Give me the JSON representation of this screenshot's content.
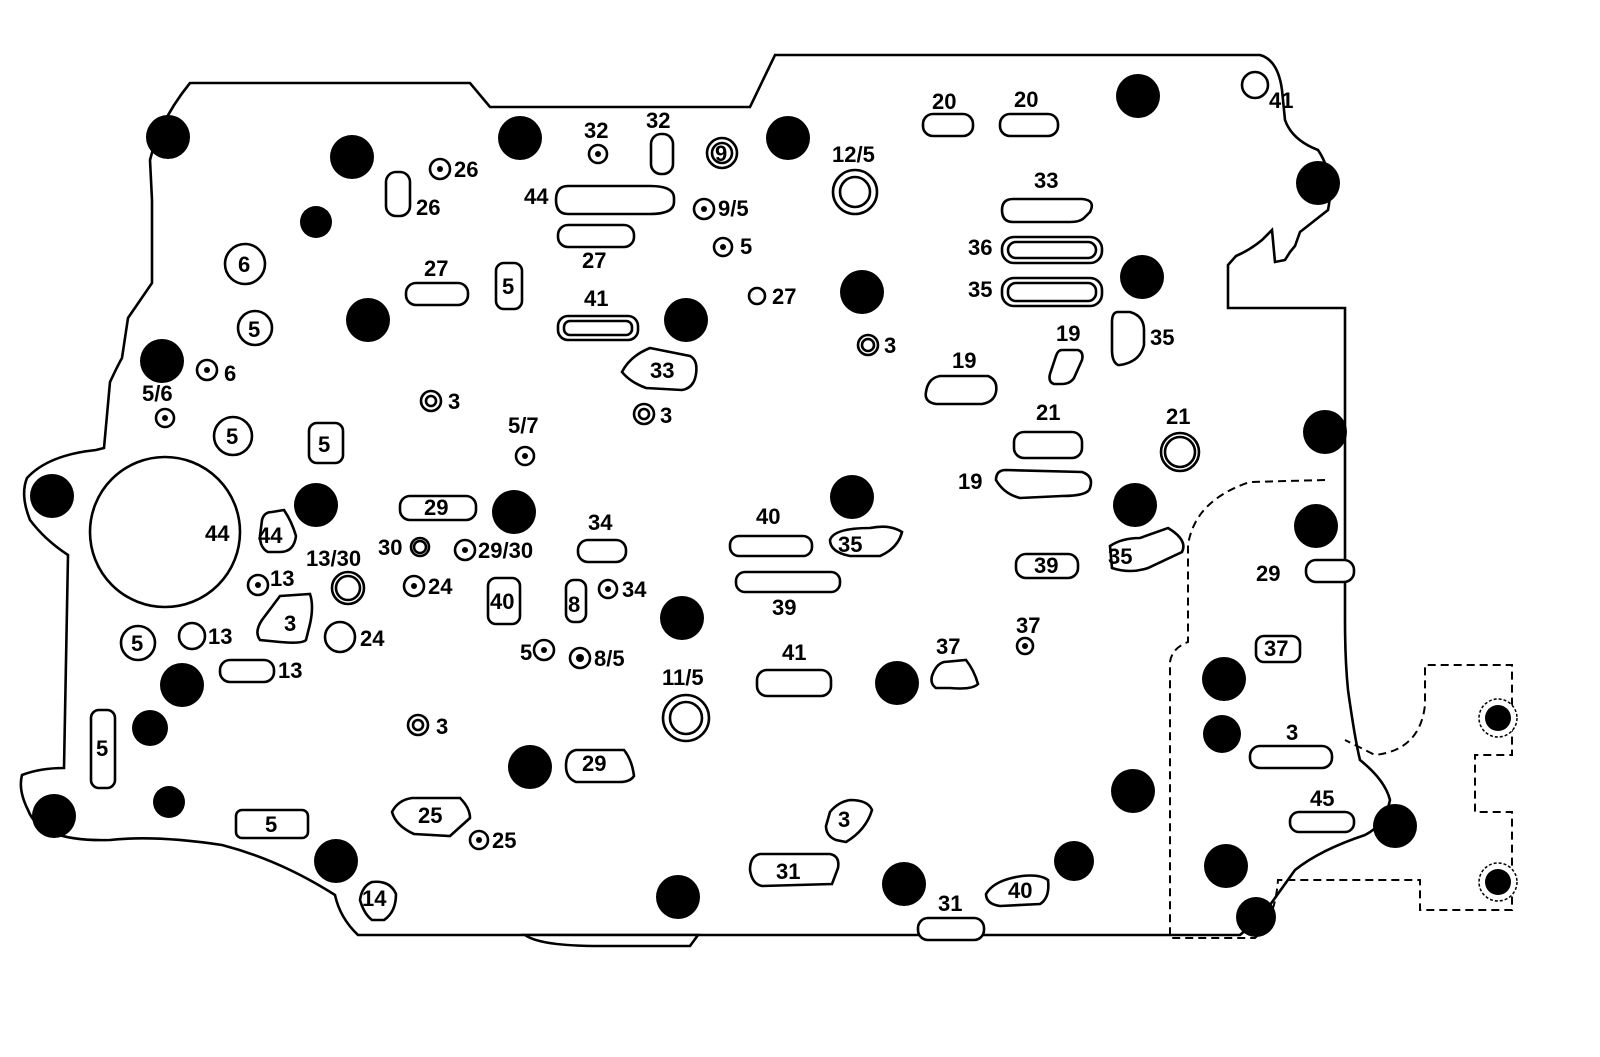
{
  "colors": {
    "ink": "#000000",
    "paper": "#ffffff"
  },
  "labels": {
    "l1": "20",
    "l2": "20",
    "l3": "41",
    "l4": "32",
    "l5": "32",
    "l6": "9",
    "l7": "12/5",
    "l8": "26",
    "l9": "26",
    "l10": "44",
    "l11": "9/5",
    "l12": "27",
    "l13": "5",
    "l14": "33",
    "l15": "36",
    "l16": "35",
    "l17": "6",
    "l18": "27",
    "l19": "5",
    "l20": "27",
    "l21": "41",
    "l22": "5",
    "l23": "3",
    "l24": "19",
    "l25": "35",
    "l26": "33",
    "l27": "19",
    "l28": "6",
    "l29": "5/6",
    "l30": "3",
    "l31": "3",
    "l32": "5/7",
    "l33": "5",
    "l34": "5",
    "l35": "21",
    "l36": "21",
    "l37": "19",
    "l38": "29",
    "l39": "34",
    "l40": "40",
    "l41": "44",
    "l42": "44",
    "l43": "35",
    "l44": "35",
    "l45": "13/30",
    "l46": "30",
    "l47": "29/30",
    "l48": "39",
    "l49": "29",
    "l50": "13",
    "l51": "24",
    "l52": "40",
    "l53": "8",
    "l54": "34",
    "l55": "39",
    "l56": "3",
    "l57": "37",
    "l58": "37",
    "l59": "5",
    "l60": "13",
    "l61": "24",
    "l62": "13",
    "l63": "5",
    "l64": "8/5",
    "l65": "11/5",
    "l66": "41",
    "l67": "37",
    "l68": "5",
    "l69": "3",
    "l70": "3",
    "l71": "29",
    "l72": "45",
    "l73": "3",
    "l74": "5",
    "l75": "25",
    "l76": "25",
    "l77": "31",
    "l78": "14",
    "l79": "31",
    "l80": "40"
  }
}
